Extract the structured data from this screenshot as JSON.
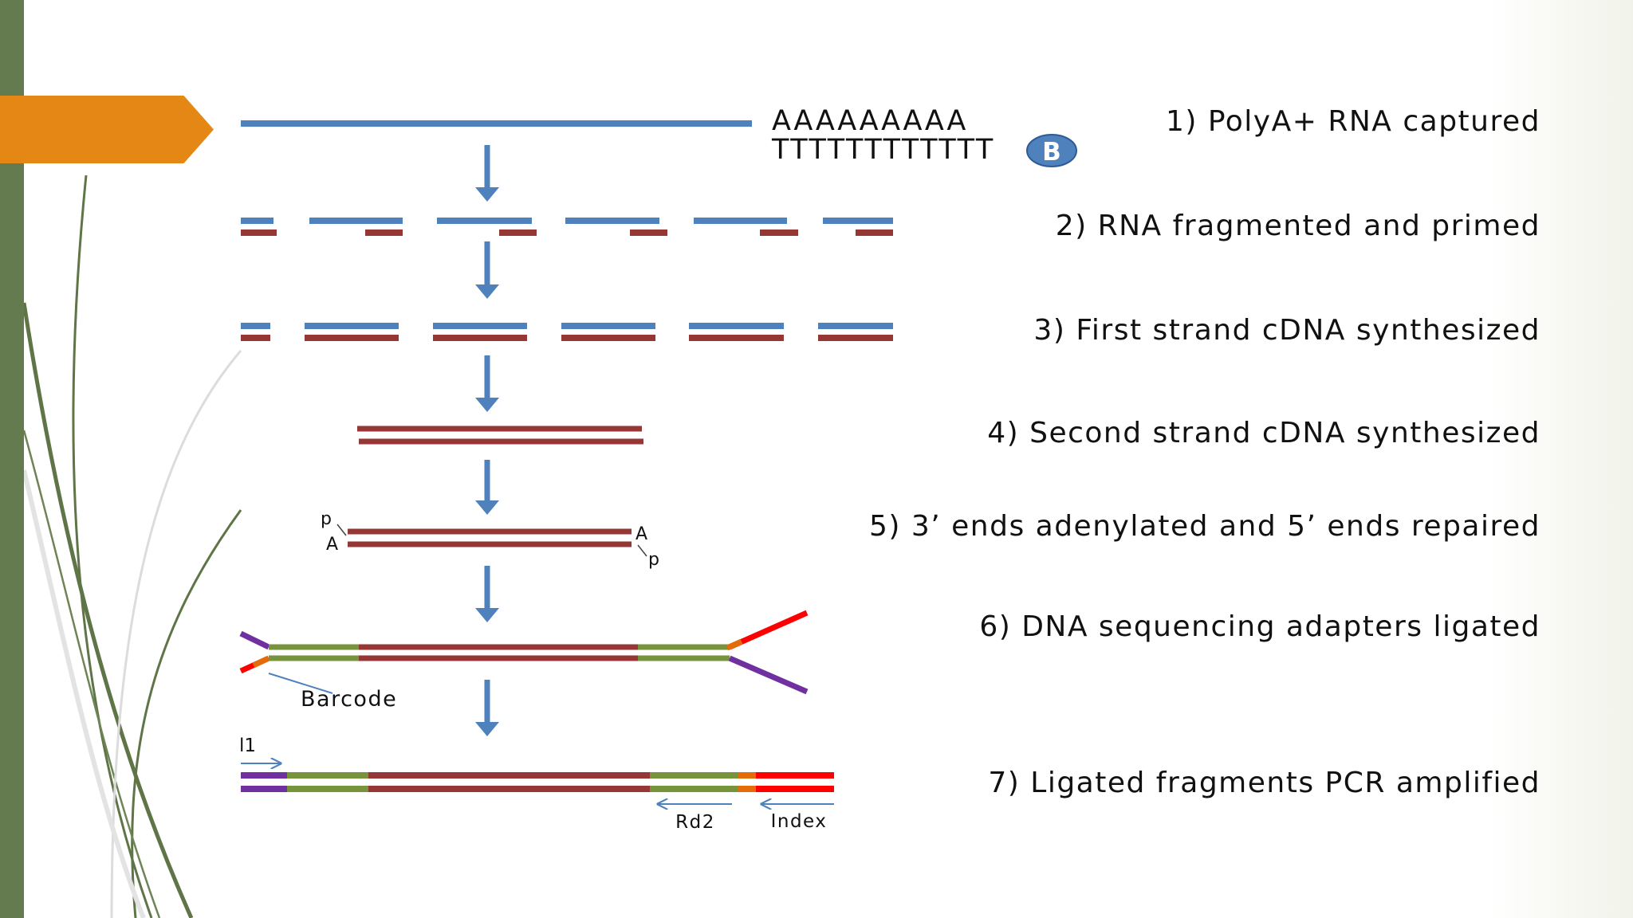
{
  "colors": {
    "rna_blue": "#4f81bd",
    "cdna_red": "#953735",
    "adapter_green": "#77933c",
    "adapter_purple": "#7030a0",
    "adapter_red": "#ff0000",
    "adapter_orange": "#e36c09",
    "accent_orange": "#e58714",
    "left_bar": "#647a4f"
  },
  "sequence": {
    "poly_a": "AAAAAAAAA",
    "poly_t": "TTTTTTTTTTTT",
    "bead": "B"
  },
  "steps": [
    {
      "label": "1) PolyA+ RNA captured"
    },
    {
      "label": "2) RNA fragmented and primed"
    },
    {
      "label": "3) First strand cDNA synthesized"
    },
    {
      "label": "4) Second strand cDNA synthesized"
    },
    {
      "label": "5) 3’ ends adenylated and 5’ ends repaired"
    },
    {
      "label": "6) DNA sequencing adapters ligated"
    },
    {
      "label": "7) Ligated fragments PCR amplified"
    }
  ],
  "annotations": {
    "phosphate": "p",
    "adenine": "A",
    "barcode": "Barcode",
    "read1": "l1",
    "read2": "Rd2",
    "index": "Index"
  }
}
